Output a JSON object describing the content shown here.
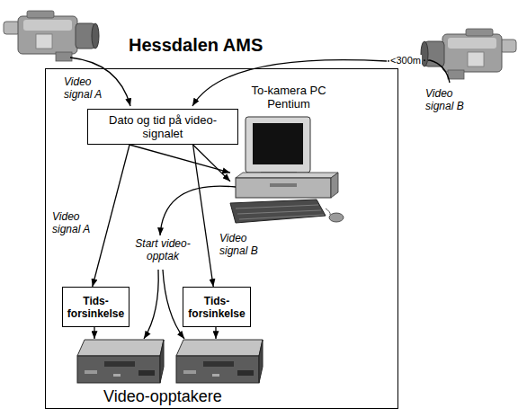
{
  "diagram": {
    "nodes": [
      {
        "text": [
          "Hessdalen AMS"
        ]
      },
      {
        "text": [
          "Dato og tid på video-signalet"
        ],
        "in": 0
      },
      {
        "text": [
          "To-kamera PC Pentium"
        ],
        "in": 0
      },
      {
        "text": [
          "Tids- forsinkelse"
        ],
        "in": 0
      },
      {
        "text": [
          "Tids- forsinkelse"
        ],
        "in": 0
      }
    ],
    "edges": [
      {
        "from": 1,
        "to": 2,
        "arrow": "to"
      },
      {
        "from": 1,
        "to": 2,
        "arrow": "to"
      },
      {
        "from": 1,
        "to": 3,
        "label": "Video signal A",
        "arrow": "to"
      },
      {
        "from": 1,
        "to": 4,
        "label": "Video signal B",
        "arrow": "to"
      }
    ],
    "labels": [
      "Video signal A",
      "<300m",
      "Video signal B",
      "Start video-opptak",
      "Video-opptakere"
    ]
  }
}
